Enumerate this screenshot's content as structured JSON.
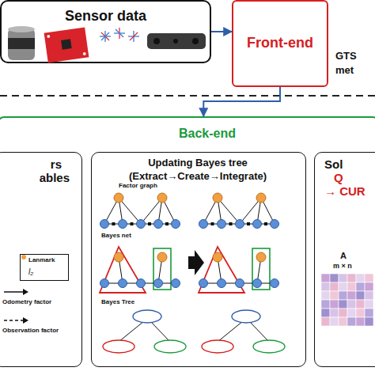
{
  "diagram": {
    "nodes": [
      {
        "text": [
          "Sensor data"
        ]
      },
      {
        "text": [
          "Front-end"
        ]
      },
      {
        "text": [
          "Back-end"
        ]
      },
      {
        "text": [
          "rs",
          "ables"
        ],
        "in": 2
      },
      {
        "text": [
          "Lanmark",
          "l₂"
        ],
        "in": 3
      },
      {
        "text": [
          "Updating Bayes tree",
          "(Extract→Create→Integrate)"
        ],
        "in": 2
      },
      {
        "text": [
          "Sol",
          "Q",
          "→ CUR"
        ],
        "in": 2
      }
    ],
    "edges": [
      {
        "from": 0,
        "to": 1,
        "arrow": "to"
      },
      {
        "from": 1,
        "to": 2,
        "arrow": "to"
      }
    ],
    "labels": [
      "GTS",
      "met",
      "Factor graph",
      "Bayes net",
      "Bayes Tree",
      "A",
      "m × n"
    ],
    "legend": [
      {
        "text": "Odometry factor"
      },
      {
        "text": "Observation factor"
      }
    ]
  }
}
